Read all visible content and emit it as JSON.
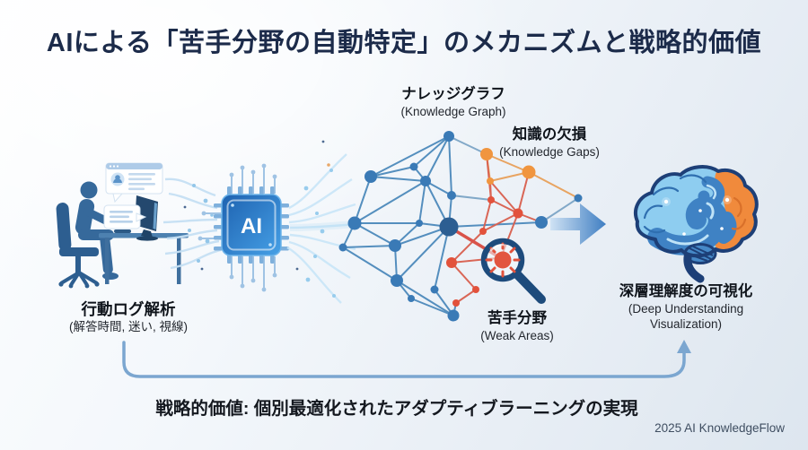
{
  "title": "AIによる「苦手分野の自動特定」のメカニズムと戦略的価値",
  "chip": {
    "label": "AI"
  },
  "labels": {
    "knowledge_graph": {
      "jp": "ナレッジグラフ",
      "en": "(Knowledge Graph)"
    },
    "knowledge_gaps": {
      "jp": "知識の欠損",
      "en": "(Knowledge Gaps)"
    },
    "weak_areas": {
      "jp": "苦手分野",
      "en": "(Weak Areas)"
    },
    "behavior_log": {
      "jp": "行動ログ解析",
      "en": "(解答時間, 迷い, 視線)"
    },
    "deep_understanding": {
      "jp": "深層理解度の可視化",
      "en1": "(Deep Understanding",
      "en2": "Visualization)"
    }
  },
  "footer": {
    "strategic_value": "戦略的価値: 個別最適化されたアダプティブラーニングの実現",
    "credit": "2025 AI KnowledgeFlow"
  },
  "colors": {
    "background_start": "#fdfeff",
    "background_end": "#dde6ef",
    "title_navy": "#1c2b4a",
    "label_dark": "#0f141b",
    "node_blue": "#3a7ab6",
    "node_blue_dark": "#2c5e92",
    "node_orange": "#f0953f",
    "node_red": "#e2523c",
    "edge_blue": "#4484b8",
    "edge_red": "#d95f4e",
    "edge_orange": "#e8a05a",
    "chip_blue_dark": "#1e62b0",
    "chip_blue_light": "#46a0e6",
    "arrow_blue": "#3f7ec2",
    "feedback_loop_blue": "#7ba6d0",
    "magnifier_navy": "#1d4b7c",
    "brain_light_blue": "#8ecdf0",
    "brain_mid_blue": "#3f82c4",
    "brain_orange": "#f08a3c",
    "brain_outline": "#1d3f77",
    "person_blue": "#36699b",
    "stream_blue": "#c6e0f4"
  }
}
